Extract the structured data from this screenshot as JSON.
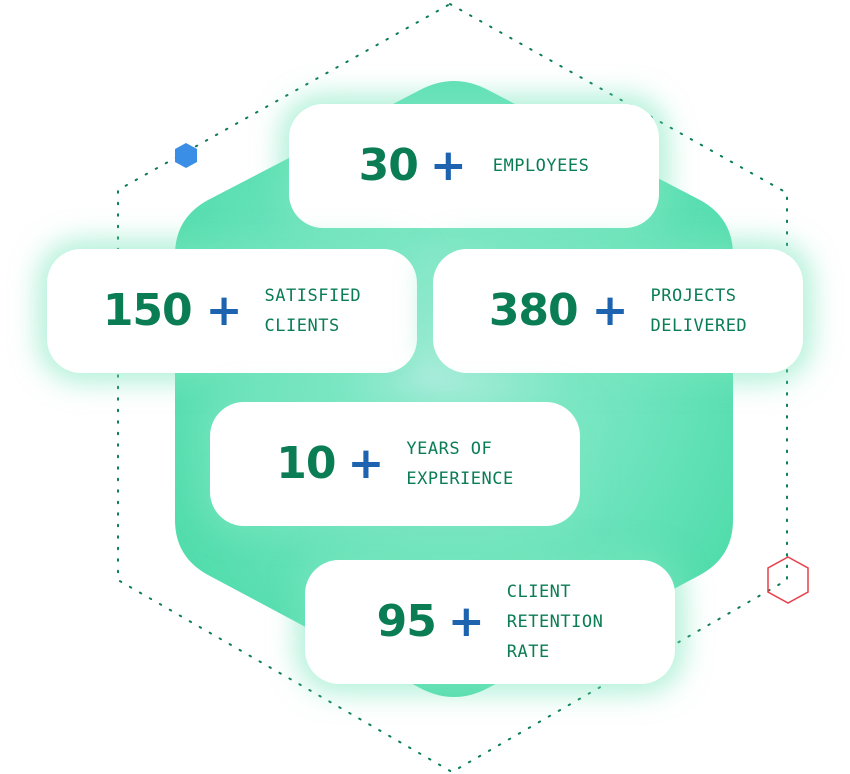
{
  "colors": {
    "number": "#0b7d55",
    "plus": "#1e63b0",
    "label": "#0b7d55",
    "hex_fill": "#5fe0b4",
    "dots": "#0b7d55",
    "accent_blue_hex": "#3a8ee6",
    "accent_red_hex": "#e8404a"
  },
  "stats": [
    {
      "value": "30",
      "suffix": "+",
      "label_lines": [
        "EMPLOYEES"
      ]
    },
    {
      "value": "150",
      "suffix": "+",
      "label_lines": [
        "SATISFIED",
        "CLIENTS"
      ]
    },
    {
      "value": "380",
      "suffix": "+",
      "label_lines": [
        "PROJECTS",
        "DELIVERED"
      ]
    },
    {
      "value": "10",
      "suffix": "+",
      "label_lines": [
        "YEARS OF",
        "EXPERIENCE"
      ]
    },
    {
      "value": "95",
      "suffix": "+",
      "label_lines": [
        "CLIENT",
        "RETENTION",
        "RATE"
      ]
    }
  ],
  "decorations": {
    "outer_outline": "dotted-hexagon",
    "center_shape": "green-rounded-hexagon",
    "accent_icons": [
      "blue-filled-hexagon",
      "red-outline-hexagon"
    ]
  }
}
